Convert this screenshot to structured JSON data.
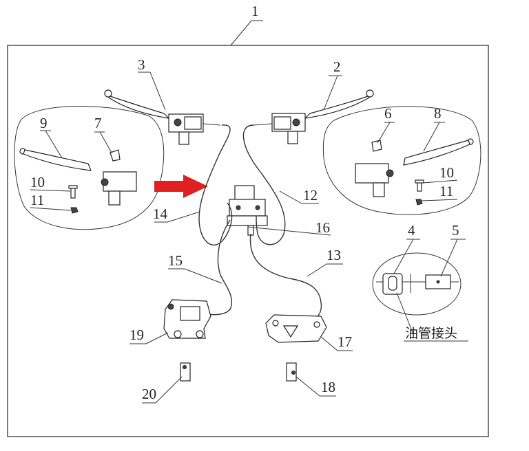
{
  "callouts": {
    "c1": "1",
    "c2": "2",
    "c3": "3",
    "c4": "4",
    "c5": "5",
    "c6": "6",
    "c7": "7",
    "c8": "8",
    "c9": "9",
    "c10a": "10",
    "c10b": "10",
    "c11a": "11",
    "c11b": "11",
    "c12": "12",
    "c13": "13",
    "c14": "14",
    "c15": "15",
    "c16": "16",
    "c17": "17",
    "c18": "18",
    "c19": "19",
    "c20": "20"
  },
  "detail_label": "油管接头",
  "colors": {
    "arrow": "#e02020",
    "line": "#333333"
  }
}
